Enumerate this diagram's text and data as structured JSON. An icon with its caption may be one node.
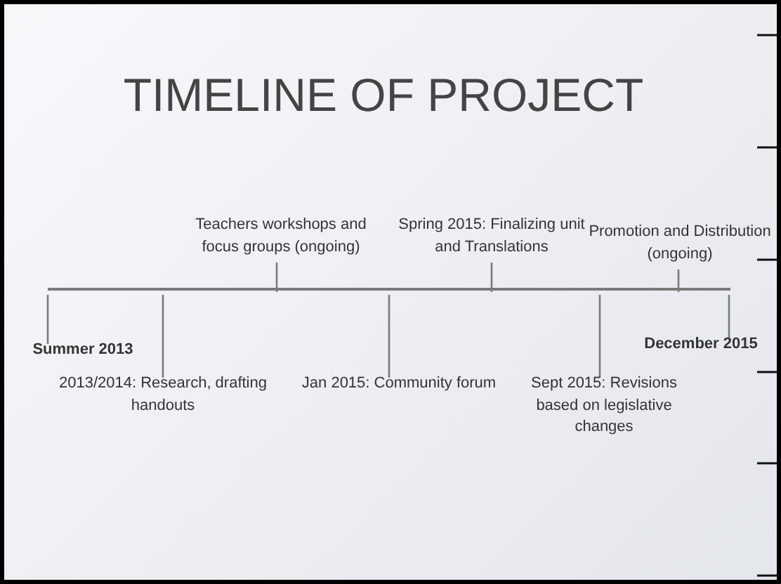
{
  "diagram": {
    "title": "TIMELINE OF PROJECT",
    "nodes": [
      {
        "text": [],
        "shape": "bar"
      },
      {
        "text": [
          "Teachers workshops and focus groups (ongoing)"
        ]
      },
      {
        "text": [
          "Spring 2015: Finalizing unit and Translations"
        ]
      },
      {
        "text": [
          "Promotion and Distribution (ongoing)"
        ]
      },
      {
        "text": [
          "Summer 2013"
        ]
      },
      {
        "text": [
          "December 2015"
        ]
      },
      {
        "text": [
          "2013/2014: Research, drafting handouts"
        ]
      },
      {
        "text": [
          "Jan 2015: Community forum"
        ]
      },
      {
        "text": [
          "Sept 2015: Revisions based on legislative changes"
        ]
      }
    ],
    "edges": [
      {
        "from": 0,
        "to": 1,
        "arrow": "none"
      },
      {
        "from": 0,
        "to": 2,
        "arrow": "none"
      },
      {
        "from": 0,
        "to": 3,
        "arrow": "none"
      },
      {
        "from": 0,
        "to": 4,
        "arrow": "none"
      },
      {
        "from": 0,
        "to": 5,
        "arrow": "none"
      },
      {
        "from": 0,
        "to": 6,
        "arrow": "none"
      },
      {
        "from": 0,
        "to": 7,
        "arrow": "none"
      },
      {
        "from": 0,
        "to": 8,
        "arrow": "none"
      }
    ]
  }
}
